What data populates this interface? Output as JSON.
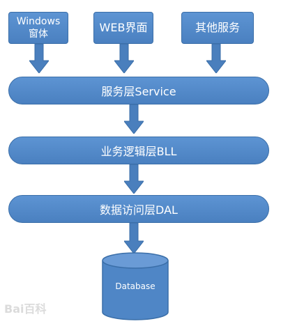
{
  "diagram": {
    "top_row": [
      {
        "id": "windows",
        "lines": [
          "Windows",
          "窗体"
        ]
      },
      {
        "id": "web",
        "label": "WEB界面"
      },
      {
        "id": "other",
        "label": "其他服务"
      }
    ],
    "layers": {
      "service": "服务层Service",
      "bll": "业务逻辑层BLL",
      "dal": "数据访问层DAL"
    },
    "database_label": "Database",
    "colors": {
      "box_fill": "#4f86c6",
      "box_border": "#3a6ea8",
      "arrow": "#4a7fbd",
      "text": "#ffffff"
    }
  },
  "watermark": "Bai百科"
}
